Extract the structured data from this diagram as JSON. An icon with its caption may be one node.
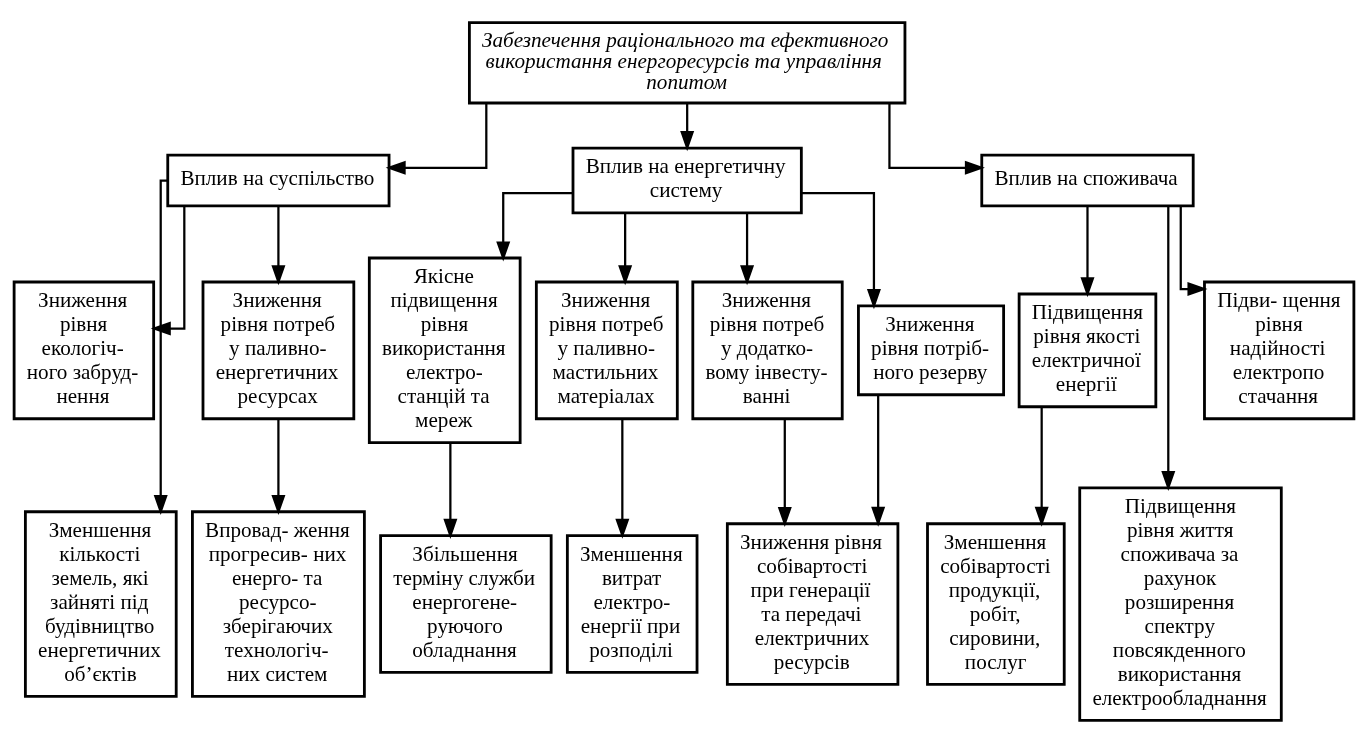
{
  "diagram": {
    "nodes": [
      {
        "text": [
          "Забезпечення раціонального та ефективного використання енергоресурсів та управління попитом"
        ]
      },
      {
        "text": [
          "Вплив на суспільство"
        ]
      },
      {
        "text": [
          "Вплив на енергетичну систему"
        ]
      },
      {
        "text": [
          "Вплив на споживача"
        ]
      },
      {
        "text": [
          "Зниження рівня екологіч- ного забруд- нення"
        ]
      },
      {
        "text": [
          "Зниження рівня потреб у паливно- енергетичних ресурсах"
        ]
      },
      {
        "text": [
          "Зменшення кількості земель, які зайняті під будівництво енергетичних об’єктів"
        ]
      },
      {
        "text": [
          "Впровад- ження прогресив- них енерго- та ресурсо- зберігаючих технологіч- них систем"
        ]
      },
      {
        "text": [
          "Якісне підвищення рівня використання електро- станцій та мереж"
        ]
      },
      {
        "text": [
          "Зниження рівня потреб у паливно- мастильних матеріалах"
        ]
      },
      {
        "text": [
          "Зниження рівня потреб у додатко- вому інвесту- ванні"
        ]
      },
      {
        "text": [
          "Зниження рівня потріб- ного резерву"
        ]
      },
      {
        "text": [
          "Збільшення терміну служби енергогене- руючого обладнання"
        ]
      },
      {
        "text": [
          "Зменшення витрат електро- енергії при розподілі"
        ]
      },
      {
        "text": [
          "Зниження рівня собівартості при генерації та передачі електричних ресурсів"
        ]
      },
      {
        "text": [
          "Підвищення рівня якості електричної енергії"
        ]
      },
      {
        "text": [
          "Підви- щення рівня надійності електропо стачання"
        ]
      },
      {
        "text": [
          "Зменшення собівартості продукції, робіт, сировини, послуг"
        ]
      },
      {
        "text": [
          "Підвищення рівня життя споживача за рахунок розширення спектру повсякденного використання електрообладнання"
        ]
      }
    ],
    "edges": [
      {
        "from": 0,
        "to": 1,
        "arrow": "to"
      },
      {
        "from": 0,
        "to": 2,
        "arrow": "to"
      },
      {
        "from": 0,
        "to": 3,
        "arrow": "to"
      },
      {
        "from": 1,
        "to": 4,
        "arrow": "to"
      },
      {
        "from": 1,
        "to": 6,
        "arrow": "to"
      },
      {
        "from": 1,
        "to": 5,
        "arrow": "to"
      },
      {
        "from": 5,
        "to": 7,
        "arrow": "to"
      },
      {
        "from": 2,
        "to": 8,
        "arrow": "to"
      },
      {
        "from": 2,
        "to": 9,
        "arrow": "to"
      },
      {
        "from": 2,
        "to": 10,
        "arrow": "to"
      },
      {
        "from": 2,
        "to": 11,
        "arrow": "to"
      },
      {
        "from": 8,
        "to": 12,
        "arrow": "to"
      },
      {
        "from": 9,
        "to": 13,
        "arrow": "to"
      },
      {
        "from": 10,
        "to": 14,
        "arrow": "to"
      },
      {
        "from": 11,
        "to": 14,
        "arrow": "to"
      },
      {
        "from": 3,
        "to": 15,
        "arrow": "to"
      },
      {
        "from": 3,
        "to": 18,
        "arrow": "to"
      },
      {
        "from": 3,
        "to": 16,
        "arrow": "to"
      },
      {
        "from": 15,
        "to": 17,
        "arrow": "to"
      }
    ]
  }
}
